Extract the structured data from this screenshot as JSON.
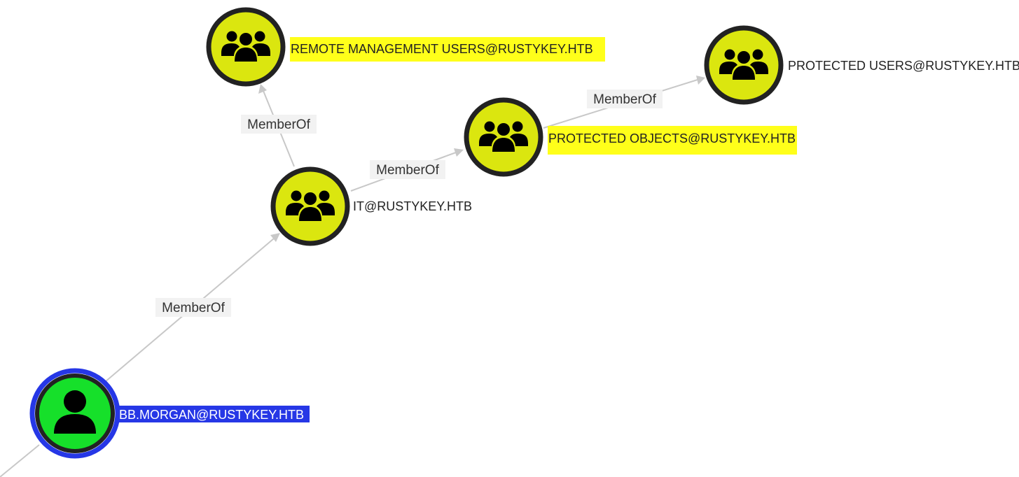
{
  "colors": {
    "group_fill": "#dbe60f",
    "user_fill": "#16e02a",
    "ring": "#222222",
    "edge": "#c8c8c8",
    "label_highlight": "#ffff1a",
    "label_selected": "#2637e6",
    "selected_halo": "#2637e6",
    "edge_label_bg": "#f2f2f2"
  },
  "nodes": [
    {
      "id": "remote_mgmt",
      "type": "group",
      "icon": "group-icon",
      "label": "REMOTE MANAGEMENT USERS@RUSTYKEY.HTB",
      "highlight": "yellow"
    },
    {
      "id": "protected_users",
      "type": "group",
      "icon": "group-icon",
      "label": "PROTECTED USERS@RUSTYKEY.HTB",
      "highlight": "none"
    },
    {
      "id": "protected_objects",
      "type": "group",
      "icon": "group-icon",
      "label": "PROTECTED OBJECTS@RUSTYKEY.HTB",
      "highlight": "yellow"
    },
    {
      "id": "it",
      "type": "group",
      "icon": "group-icon",
      "label": "IT@RUSTYKEY.HTB",
      "highlight": "none"
    },
    {
      "id": "bb_morgan",
      "type": "user",
      "icon": "user-icon",
      "label": "BB.MORGAN@RUSTYKEY.HTB",
      "highlight": "selected"
    }
  ],
  "edges": [
    {
      "id": "e_it_remote",
      "from": "it",
      "to": "remote_mgmt",
      "label": "MemberOf"
    },
    {
      "id": "e_it_protobj",
      "from": "it",
      "to": "protected_objects",
      "label": "MemberOf"
    },
    {
      "id": "e_protobj_protusers",
      "from": "protected_objects",
      "to": "protected_users",
      "label": "MemberOf"
    },
    {
      "id": "e_bb_it",
      "from": "bb_morgan",
      "to": "it",
      "label": "MemberOf"
    }
  ]
}
